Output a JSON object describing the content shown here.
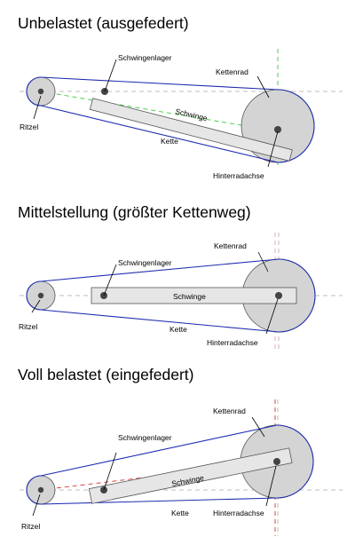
{
  "panels": [
    {
      "title": "Unbelastet (ausgefedert)",
      "labels": {
        "schwingenlager": "Schwingenlager",
        "kettenrad": "Kettenrad",
        "schwinge": "Schwinge",
        "ritzel": "Ritzel",
        "kette": "Kette",
        "hinterradachse": "Hinterradachse"
      }
    },
    {
      "title": "Mittelstellung (größter Kettenweg)",
      "labels": {
        "schwingenlager": "Schwingenlager",
        "kettenrad": "Kettenrad",
        "schwinge": "Schwinge",
        "ritzel": "Ritzel",
        "kette": "Kette",
        "hinterradachse": "Hinterradachse"
      }
    },
    {
      "title": "Voll belastet (eingefedert)",
      "labels": {
        "schwingenlager": "Schwingenlager",
        "kettenrad": "Kettenrad",
        "schwinge": "Schwinge",
        "ritzel": "Ritzel",
        "kette": "Kette",
        "hinterradachse": "Hinterradachse"
      }
    }
  ],
  "colors": {
    "chain": "#1f2db0",
    "wheel_fill": "#d4d4d4",
    "arm_fill": "#e6e6e6",
    "guide_gray": "#aaaaaa",
    "guide_green": "#33cc33",
    "guide_red": "#e03030",
    "guide_pink": "#f0a0a0"
  }
}
